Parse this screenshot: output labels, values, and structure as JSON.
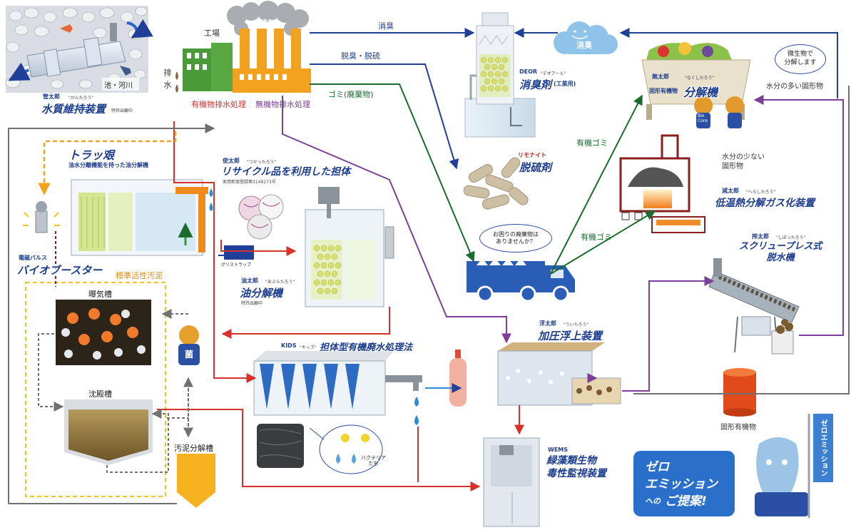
{
  "factory": {
    "label": "工場",
    "exhaust": "排気",
    "drain": "排水"
  },
  "treatment": {
    "organic": "有機物排水処理",
    "inorganic": "無機物排水処理"
  },
  "flows": {
    "deodorize": "消臭",
    "desulfur": "脱臭・脱硫",
    "garbage": "ゴミ(廃棄物)",
    "organic_garbage_1": "有機ゴミ",
    "organic_garbage_2": "有機ゴミ"
  },
  "deor": {
    "product": "DEOR",
    "reading": "\"デオアール\"",
    "name": "消臭剤",
    "sub": "(工業用)"
  },
  "cloud": {
    "label": "消臭"
  },
  "mutaro": {
    "prefix": "無太郎",
    "reading": "\"なくしたろう\"",
    "subtitle": "固形有機物",
    "name": "分解機",
    "bubble": "微生物で\n分解します",
    "note": "水分の多い固形物",
    "mascot_badge": "Bio\nCore"
  },
  "remonite": {
    "product": "リモナイト",
    "name": "脱硫剤"
  },
  "truck": {
    "bubble": "お困りの廃棄物は\nありませんか？"
  },
  "heritaro": {
    "prefix": "減太郎",
    "reading": "\"へらしたろう\"",
    "name": "低温熱分解ガス化装置",
    "note": "水分の少ない\n固形物"
  },
  "shibotaro": {
    "prefix": "搾太郎",
    "reading": "\"しぼったろう\"",
    "name": "スクリュープレス式\n脱水機"
  },
  "kantaro": {
    "prefix": "管太郎",
    "reading": "\"かんたろう\"",
    "name": "水質維持装置",
    "patent": "特許出願中",
    "pond": "池・河川"
  },
  "torakkon": {
    "name": "トラッ艰",
    "sub": "油水分離機能を持った油分解機"
  },
  "tsukattaro": {
    "prefix": "使太郎",
    "reading": "\"つかったろう\"",
    "name": "リサイクル品を利用した担体",
    "reg": "実用新案登録第3149173号"
  },
  "aburataro": {
    "prefix": "油太郎",
    "reading": "\"あぶらたろう\"",
    "name": "油分解機",
    "patent": "特許出願中",
    "trap": "グリストラップ"
  },
  "pulse": {
    "label": "電磁パルス",
    "name": "バイオブースター"
  },
  "sludge": {
    "standard": "標準活性汚泥",
    "aeration": "曝気槽",
    "settling": "沈殿槽",
    "decomp": "汚泥分解槽",
    "mascot": "菌"
  },
  "kids": {
    "product": "KIDS",
    "reading": "\"キッズ\"",
    "name": "担体型有機廃水処理法",
    "bacteria": "バクテリア\nたち"
  },
  "ukitaro": {
    "prefix": "浮太郎",
    "reading": "\"ういたろう\"",
    "name": "加圧浮上装置"
  },
  "wems": {
    "product": "WEMS",
    "name": "緑藻類生物\n毒性監視装置"
  },
  "solid_organic": "固形有機物",
  "proposal": {
    "line1": "ゼロ",
    "line2": "エミッション",
    "line3_small": "への",
    "line3": "ご提案!"
  },
  "banner": "ゼロエミッション",
  "colors": {
    "blue_arrow": "#1f3f98",
    "green_arrow": "#1a6b2c",
    "purple_arrow": "#7b3f98",
    "red_arrow": "#d8302a",
    "gray_arrow": "#707070",
    "orange_dash": "#f4a21b",
    "title": "#1d3e8f"
  }
}
